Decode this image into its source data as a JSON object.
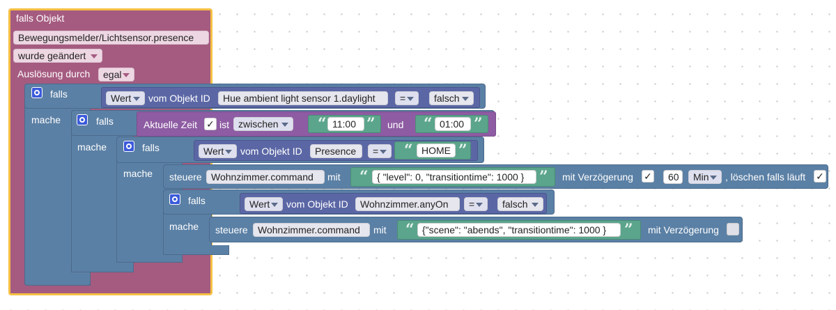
{
  "trigger": {
    "title": "falls Objekt",
    "object_id": "Bewegungsmelder/Lichtsensor.presence",
    "condition": "wurde geändert",
    "trigger_label": "Auslösung durch",
    "trigger_value": "egal"
  },
  "if1": {
    "falls": "falls",
    "mache": "mache",
    "wert": "Wert",
    "vom_objekt_id": "vom Objekt ID",
    "object_id": "Hue ambient light sensor 1.daylight",
    "operator": "=",
    "value": "falsch"
  },
  "if2": {
    "falls": "falls",
    "mache": "mache",
    "time_label": "Aktuelle Zeit",
    "time_check": "✓",
    "ist": "ist",
    "mode": "zwischen",
    "start": "11:00",
    "und": "und",
    "end": "01:00"
  },
  "if3": {
    "falls": "falls",
    "mache": "mache",
    "wert": "Wert",
    "vom_objekt_id": "vom Objekt ID",
    "object_id": "Presence",
    "operator": "=",
    "value": "HOME"
  },
  "control1": {
    "steuere": "steuere",
    "object_id": "Wohnzimmer.command",
    "mit": "mit",
    "value": "{ \"level\": 0, \"transitiontime\": 1000 }",
    "delay_label": "mit Verzögerung",
    "delay_check": "✓",
    "delay_value": "60",
    "delay_unit": "Min",
    "clear_label": ", löschen falls läuft",
    "clear_check": "✓"
  },
  "if4": {
    "falls": "falls",
    "mache": "mache",
    "wert": "Wert",
    "vom_objekt_id": "vom Objekt ID",
    "object_id": "Wohnzimmer.anyOn",
    "operator": "=",
    "value": "falsch"
  },
  "control2": {
    "steuere": "steuere",
    "object_id": "Wohnzimmer.command",
    "mit": "mit",
    "value": "{\"scene\": \"abends\", \"transitiontime\": 1000 }",
    "delay_label": "mit Verzögerung"
  },
  "colors": {
    "trigger": "#a55b80",
    "trigger_border": "#f5c043",
    "control": "#5b80a5",
    "logic": "#5b67a5",
    "time": "#8e5ca3",
    "string": "#5ba58c"
  }
}
